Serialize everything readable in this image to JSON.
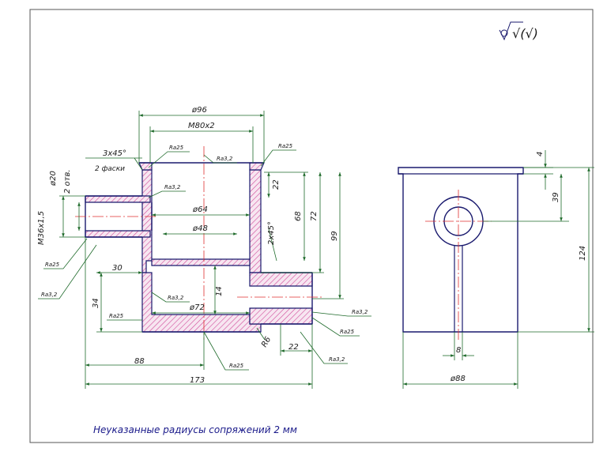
{
  "dimensions": {
    "d96": "ø96",
    "m80": "M80x2",
    "chamfer": "3x45°",
    "chamfer_note": "2 фаски",
    "d20": "ø20",
    "holes": "2 отв.",
    "m36": "M36x1,5",
    "d64": "ø64",
    "d48": "ø48",
    "d72": "ø72",
    "v22": "22",
    "v68": "68",
    "v72": "72",
    "v99": "99",
    "c2x45": "2x45°",
    "v14": "14",
    "h30": "30",
    "v34": "34",
    "r6": "R6",
    "h22": "22",
    "h88": "88",
    "h173": "173",
    "side_v4": "4",
    "side_v39": "39",
    "side_v124": "124",
    "side_h8": "8",
    "side_d88": "ø88"
  },
  "roughness": {
    "ra25": "Ra25",
    "ra32": "Ra3,2",
    "general": "√(√)"
  },
  "notes": {
    "radii": "Неуказанные радиусы сопряжений 2 мм"
  },
  "colors": {
    "outline": "#1a1a6e",
    "hatch": "#d04a9a",
    "dimension": "#1e6a2a",
    "axis": "#e03030",
    "frame": "#555555"
  }
}
